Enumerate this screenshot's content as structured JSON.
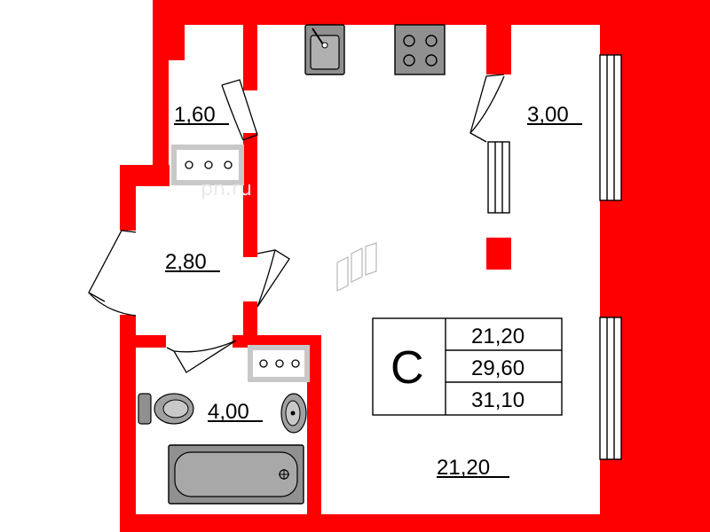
{
  "plan": {
    "wall_color": "#ff0000",
    "fixture_fill": "#909090",
    "watermark": "pn.ru",
    "rooms": [
      {
        "name": "room-label-1-60",
        "label": "1,60"
      },
      {
        "name": "room-label-3-00",
        "label": "3,00"
      },
      {
        "name": "room-label-2-80",
        "label": "2,80"
      },
      {
        "name": "room-label-4-00",
        "label": "4,00"
      },
      {
        "name": "room-label-21-20",
        "label": "21,20"
      }
    ],
    "summary": {
      "class_letter": "С",
      "values": [
        "21,20",
        "29,60",
        "31,10"
      ]
    },
    "icons": [
      "sink-icon",
      "stove-icon",
      "toilet-icon",
      "washbasin-icon",
      "bathtub-icon",
      "outlets-icon",
      "furniture-icon"
    ]
  }
}
